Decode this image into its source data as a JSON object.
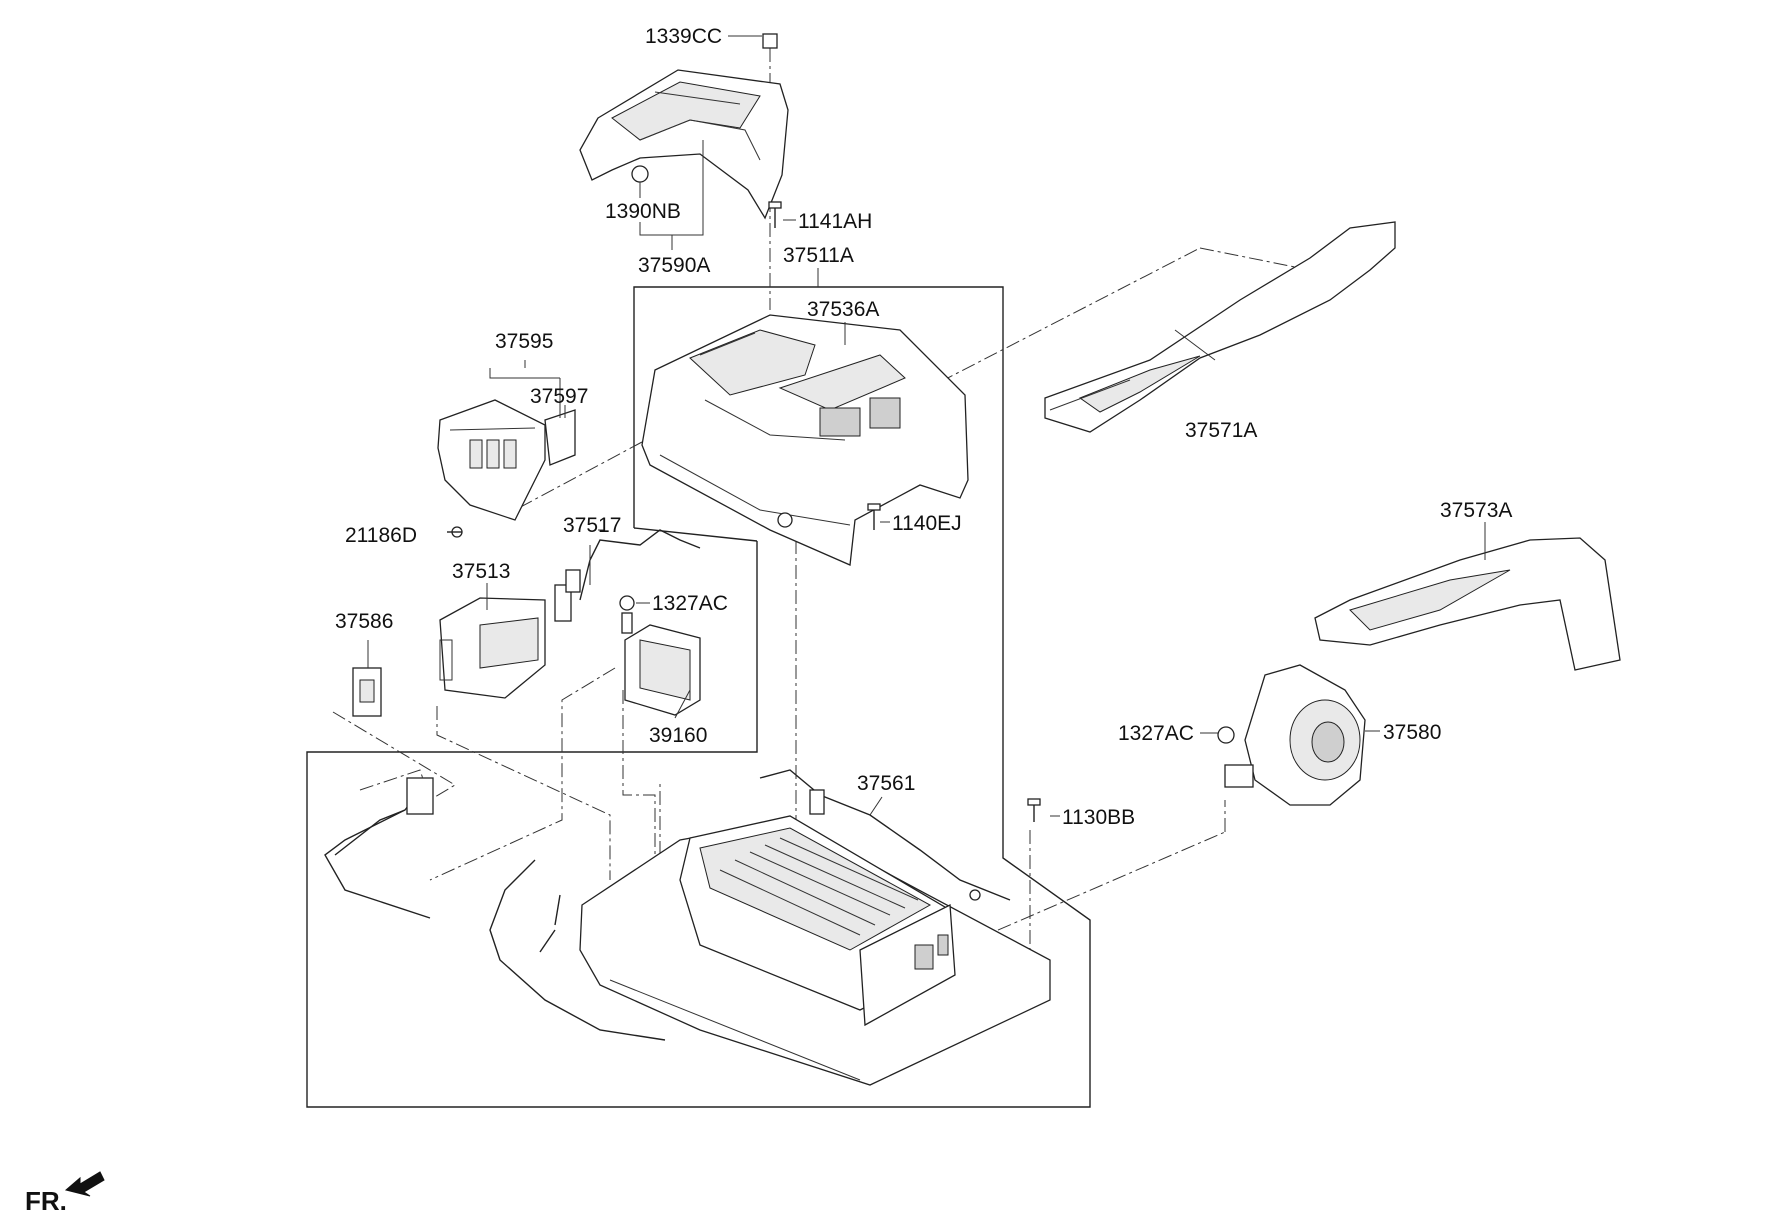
{
  "labels": {
    "p1339CC": "1339CC",
    "p1390NB": "1390NB",
    "p37590A": "37590A",
    "p1141AH": "1141AH",
    "p37511A": "37511A",
    "p37536A": "37536A",
    "p37595": "37595",
    "p37597": "37597",
    "p21186D": "21186D",
    "p37517": "37517",
    "p37513": "37513",
    "p1327AC_a": "1327AC",
    "p37586": "37586",
    "p39160": "39160",
    "p1140EJ": "1140EJ",
    "p37571A": "37571A",
    "p37573A": "37573A",
    "p37580": "37580",
    "p1327AC_b": "1327AC",
    "p37561": "37561",
    "p1130BB": "1130BB"
  },
  "direction": {
    "label": "FR.",
    "icon": "front-arrow-icon"
  }
}
